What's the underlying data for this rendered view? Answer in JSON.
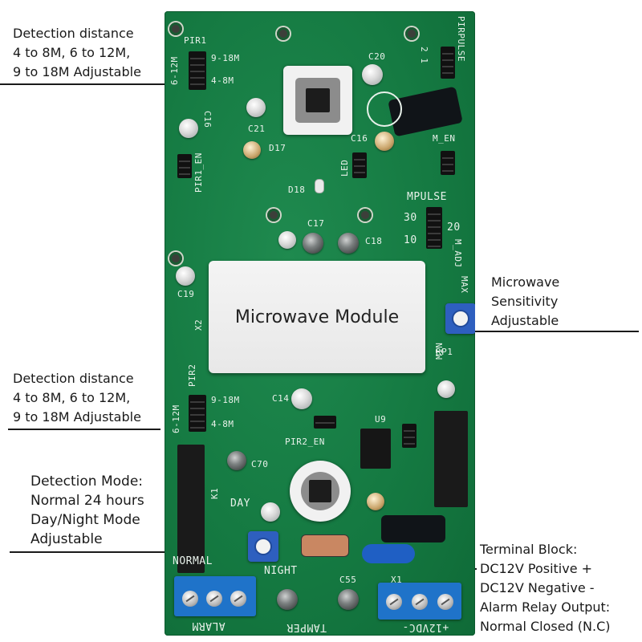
{
  "module_label": "Microwave Module",
  "callouts": {
    "pir1_distance": {
      "lines": [
        "Detection distance",
        "4 to 8M, 6 to 12M,",
        "9 to 18M Adjustable"
      ]
    },
    "pir2_distance": {
      "lines": [
        "Detection distance",
        "4 to 8M, 6 to 12M,",
        "9 to 18M Adjustable"
      ]
    },
    "microwave_sensitivity": {
      "lines": [
        "Microwave",
        "Sensitivity",
        "Adjustable"
      ]
    },
    "detection_mode": {
      "lines": [
        "Detection Mode:",
        "Normal 24 hours",
        "Day/Night Mode",
        "Adjustable"
      ]
    },
    "terminal_block": {
      "lines": [
        "Terminal Block:",
        "DC12V Positive +",
        "DC12V Negative -",
        "Alarm Relay Output:",
        "Normal Closed (N.C)"
      ]
    }
  },
  "silkscreen": {
    "pir1": "PIR1",
    "pir1_6_12m": "6-12M",
    "pir1_9_18m": "9-18M",
    "pir1_4_8m": "4-8M",
    "pir1_en": "PIR1_EN",
    "pir_pulse": "PIRPULSE",
    "pulse_21": "2 1",
    "led": "LED",
    "m_en": "M_EN",
    "mpulse": "MPULSE",
    "mp30": "30",
    "mp20": "20",
    "mp10": "10",
    "m_adj": "M_ADJ",
    "max": "MAX",
    "min": "MIN",
    "rp1": "RP1",
    "pir2": "PIR2",
    "pir2_6_12m": "6-12M",
    "pir2_9_18m": "9-18M",
    "pir2_4_8m": "4-8M",
    "pir2_en": "PIR2_EN",
    "u9": "U9",
    "day": "DAY",
    "night": "NIGHT",
    "normal": "NORMAL",
    "alarm": "ALARM",
    "tamper": "TAMPER",
    "power": "+12VDC-",
    "c16": "C16",
    "c21": "C21",
    "d17": "D17",
    "d18": "D18",
    "c17": "C17",
    "c18": "C18",
    "c19": "C19",
    "c20": "C20",
    "c70": "C70",
    "c55": "C55",
    "x2": "X2",
    "x1": "X1",
    "k1": "K1",
    "c14": "C14"
  },
  "colors": {
    "pcb": "#157a42",
    "terminal": "#1f73c9",
    "silkscreen": "#e8f1ea",
    "callout_text": "#1a1a1a"
  }
}
